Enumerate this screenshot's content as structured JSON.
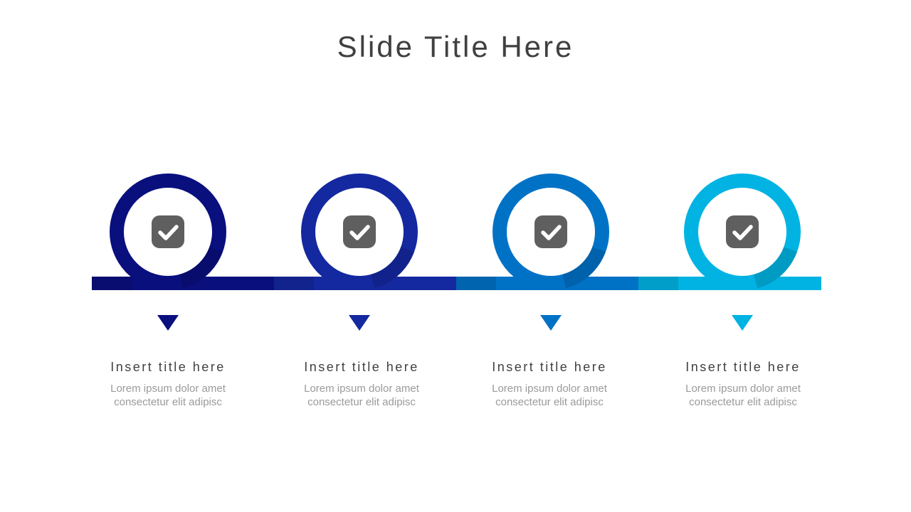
{
  "slide": {
    "title": "Slide Title Here"
  },
  "steps": [
    {
      "title": "Insert title here",
      "body": "Lorem ipsum dolor amet\nconsectetur elit adipisc",
      "color": "#0A0F7E",
      "icon": "check-square-icon"
    },
    {
      "title": "Insert title here",
      "body": "Lorem ipsum dolor amet\nconsectetur elit adipisc",
      "color": "#1428A0",
      "icon": "check-square-icon"
    },
    {
      "title": "Insert title here",
      "body": "Lorem ipsum dolor amet\nconsectetur elit adipisc",
      "color": "#0072C6",
      "icon": "check-square-icon"
    },
    {
      "title": "Insert title here",
      "body": "Lorem ipsum dolor amet\nconsectetur elit adipisc",
      "color": "#00B3E3",
      "icon": "check-square-icon"
    }
  ],
  "colors": {
    "title_text": "#404040",
    "body_text": "#9a9a9a",
    "icon_fill": "#5f5f5f"
  }
}
